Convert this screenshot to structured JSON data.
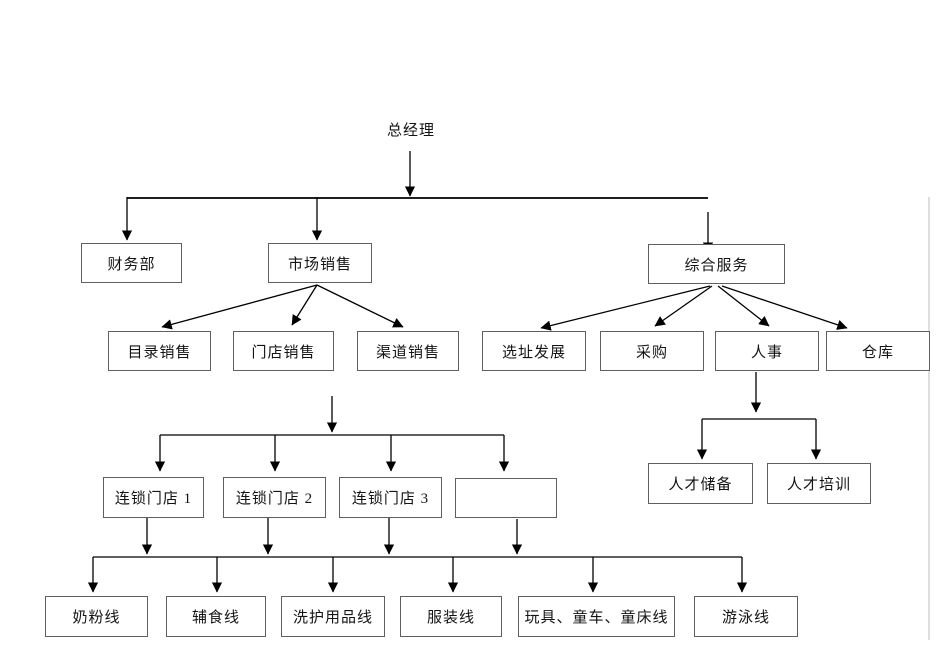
{
  "colors": {
    "connector": "#000000",
    "box_border": "#5f5f5f",
    "side_rule": "#c9c9c9",
    "background": "#ffffff"
  },
  "org_chart": {
    "general_manager": {
      "label": "总经理"
    },
    "departments": {
      "finance": {
        "label": "财务部"
      },
      "marketing": {
        "label": "市场销售"
      },
      "general_services": {
        "label": "综合服务"
      }
    },
    "marketing_children": {
      "catalog_sales": {
        "label": "目录销售"
      },
      "store_sales": {
        "label": "门店销售"
      },
      "channel_sales": {
        "label": "渠道销售"
      }
    },
    "services_children": {
      "site_development": {
        "label": "选址发展"
      },
      "purchasing": {
        "label": "采购"
      },
      "hr": {
        "label": "人事"
      },
      "warehouse": {
        "label": "仓库"
      }
    },
    "chain_stores": {
      "store1": {
        "label": "连锁门店 1"
      },
      "store2": {
        "label": "连锁门店 2"
      },
      "store3": {
        "label": "连锁门店 3"
      },
      "store4": {
        "label": ""
      }
    },
    "hr_children": {
      "talent_reserve": {
        "label": "人才储备"
      },
      "talent_training": {
        "label": "人才培训"
      }
    },
    "product_lines": {
      "milk_powder": {
        "label": "奶粉线"
      },
      "baby_food": {
        "label": "辅食线"
      },
      "care_products": {
        "label": "洗护用品线"
      },
      "clothing": {
        "label": "服装线"
      },
      "toys": {
        "label": "玩具、童车、童床线"
      },
      "swimming": {
        "label": "游泳线"
      }
    }
  }
}
